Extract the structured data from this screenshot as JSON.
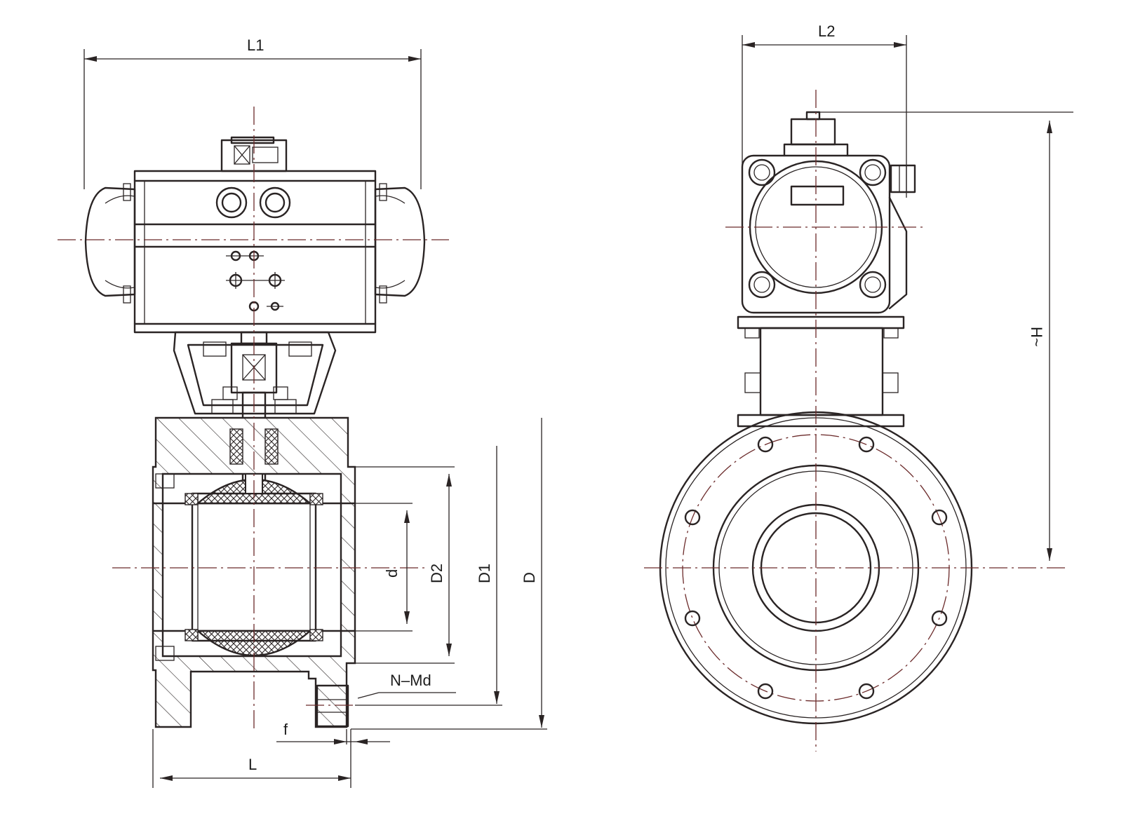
{
  "labels": {
    "L1": "L1",
    "L2": "L2",
    "H": "H~",
    "L": "L",
    "d": "d",
    "D2": "D2",
    "D1": "D1",
    "D": "D",
    "NMd": "N–Md",
    "f": "f"
  }
}
